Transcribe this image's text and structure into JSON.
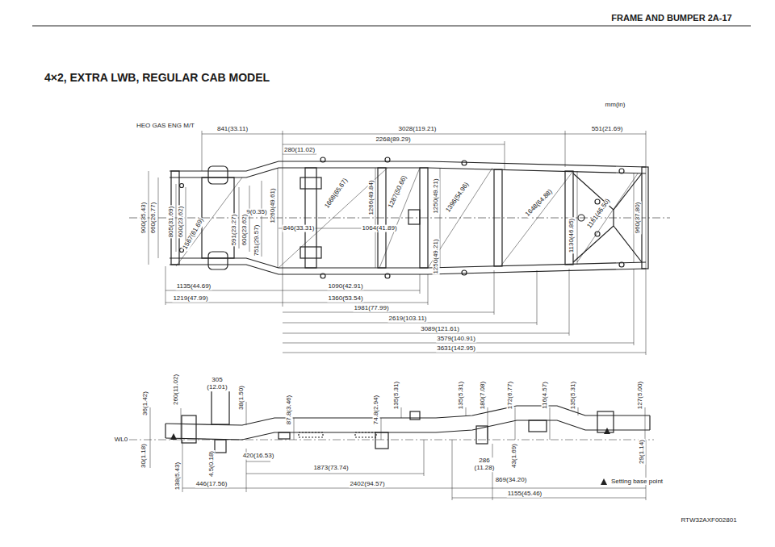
{
  "diagram": {
    "title": "4×2, EXTRA LWB, REGULAR CAB MODEL",
    "labels": [
      "FRAME AND BUMPER 2A-17",
      "mm(in)",
      "HEO GAS ENG M/T",
      "841(33.11)",
      "3028(119.21)",
      "551(21.69)",
      "2268(89.29)",
      "280(11.02)",
      "900(35.43)",
      "660(26.77)",
      "805(31.69)",
      "600(23.62)",
      "1567(61.69)",
      "9(0.35)",
      "591(23.27)",
      "600(23.62)",
      "751(29.57)",
      "1260(49.61)",
      "846(33.31)",
      "1668(65.67)",
      "1266(49.84)",
      "1287(50.66)",
      "1064(41.89)",
      "1250(49.21)",
      "1396(54.96)",
      "1250(49.21)",
      "1648(64.88)",
      "1130(46.85)",
      "1181(46.50)",
      "960(37.80)",
      "1135(44.69)",
      "1090(42.91)",
      "1219(47.99)",
      "1360(53.54)",
      "1981(77.99)",
      "2619(103.11)",
      "3089(121.61)",
      "3579(140.91)",
      "3631(142.95)",
      "305 (12.01)",
      "36(1.42)",
      "260(11.02)",
      "38(1.50)",
      "87.8(3.46)",
      "74.8(2.94)",
      "135(5.31)",
      "135(5.31)",
      "180(7.08)",
      "172(6.77)",
      "116(4.57)",
      "135(5.31)",
      "127(5.00)",
      "WL0",
      "30(1.18)",
      "138(5.43)",
      "4.5(0.18)",
      "420(16.53)",
      "1873(73.74)",
      "286 (11.28)",
      "43(1.69)",
      "29(1.14)",
      "446(17.56)",
      "2402(94.57)",
      "869(34.20)",
      "1155(45.46)",
      "RTW32AXF002801"
    ],
    "legend": [
      {
        "text": "Setting base point"
      }
    ]
  }
}
